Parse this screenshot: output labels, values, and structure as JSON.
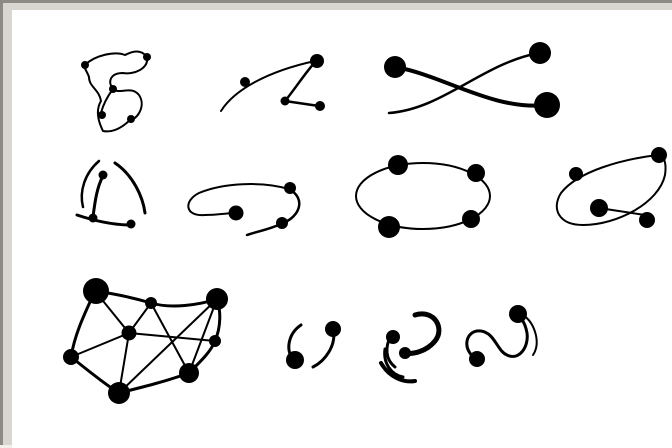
{
  "figure": {
    "items": [
      "squiggle-graph",
      "arc-path-graph",
      "crossing-curves-graph",
      "broken-ellipse-graph",
      "open-orbit-graph",
      "ellipse-four-node-graph",
      "ellipse-three-node-graph",
      "mesh-network-graph",
      "pair-arcs-graph",
      "spiral-arcs-graph",
      "s-curve-graph"
    ],
    "colors": {
      "stroke": "#000000",
      "fill": "#000000",
      "background": "#ffffff",
      "frame": "#8d8a86"
    }
  }
}
